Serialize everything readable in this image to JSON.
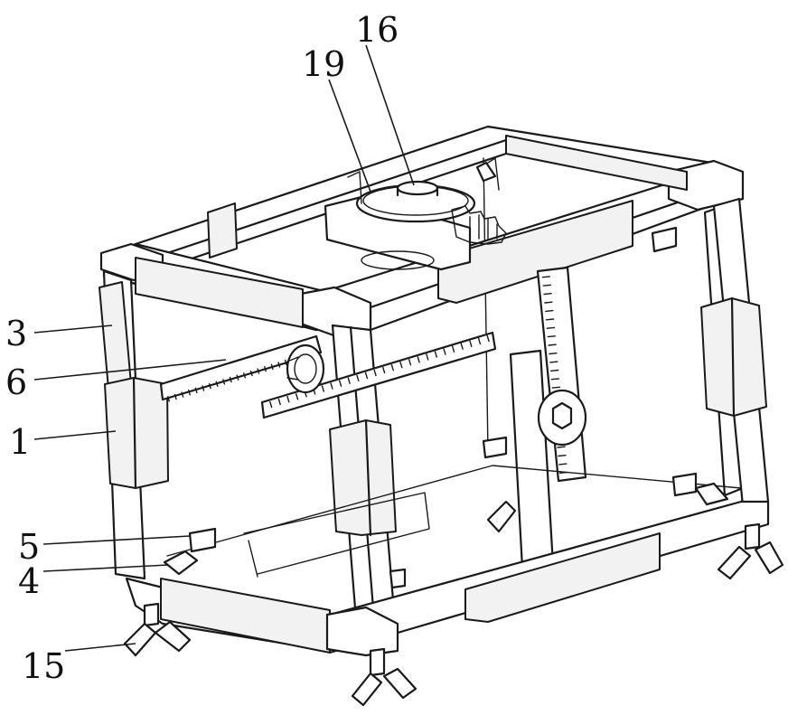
{
  "callouts": [
    {
      "id": "c16",
      "text": "16"
    },
    {
      "id": "c19",
      "text": "19"
    },
    {
      "id": "c3",
      "text": "3"
    },
    {
      "id": "c6",
      "text": "6"
    },
    {
      "id": "c1",
      "text": "1"
    },
    {
      "id": "c5",
      "text": "5"
    },
    {
      "id": "c4",
      "text": "4"
    },
    {
      "id": "c15",
      "text": "15"
    }
  ]
}
